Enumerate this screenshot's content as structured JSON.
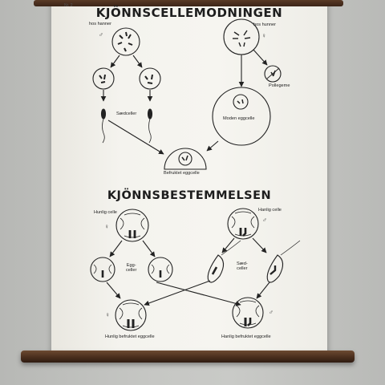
{
  "corner_mark": "Nr. 2",
  "title_top": "KJÖNNSCELLEMODNINGEN",
  "title_bottom": "KJÖNNSBESTEMMELSEN",
  "top": {
    "label_hos_hanner_left": "hos hanner",
    "label_hos_hunner_right": "hos hunner",
    "label_saedceller": "Sædceller",
    "label_pollegeme": "Pollegeme",
    "label_moden_eggcelle": "Moden eggcelle",
    "label_befruktet_eggcelle": "Befruktet eggcelle",
    "male_symbol": "♂",
    "female_symbol": "♀"
  },
  "bottom": {
    "label_hunlig_celle": "Hunlig celle",
    "label_hanlig_celle": "Hanlig celle",
    "label_eggceller": "Egg-\nceller",
    "label_saedceller": "Sæd-\nceller",
    "label_hunlig_befruktet": "Hunlig befruktet eggcelle",
    "label_hanlig_befruktet": "Hanlig befruktet eggcelle",
    "male_symbol": "♂",
    "female_symbol": "♀"
  }
}
